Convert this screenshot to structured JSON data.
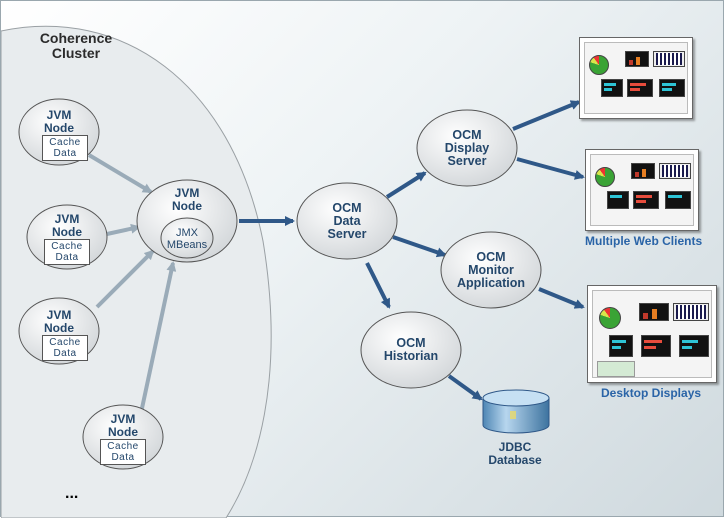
{
  "cluster": {
    "title": "Coherence\nCluster",
    "more": "..."
  },
  "jvm_node_label": "JVM\nNode",
  "cache_data_label": "Cache\nData",
  "jmx_mbeans_label": "JMX\nMBeans",
  "ocm": {
    "data_server": "OCM\nData\nServer",
    "display_server": "OCM\nDisplay\nServer",
    "monitor_application": "OCM\nMonitor\nApplication",
    "historian": "OCM\nHistorian"
  },
  "database_label": "JDBC\nDatabase",
  "captions": {
    "web_clients": "Multiple Web Clients",
    "desktop_displays": "Desktop Displays"
  },
  "colors": {
    "node_fill": "#e6e6e6",
    "node_stroke": "#555555",
    "label_text": "#24476b",
    "caption_text": "#2a64a7",
    "arrow_dark": "#2f5888",
    "arrow_light": "#9aabb8",
    "db_fill": "#7fb0d6"
  }
}
